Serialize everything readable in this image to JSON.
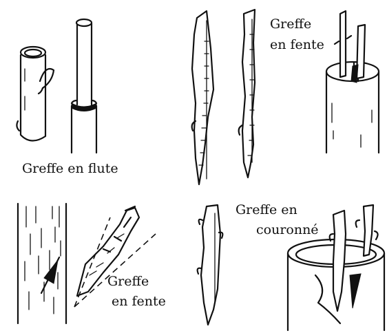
{
  "labels": {
    "flute": "Greffe en flute",
    "fente_top_line1": "Greffe",
    "fente_top_line2": "en fente",
    "fente_bottom_line1": "Greffe",
    "fente_bottom_line2": "en fente",
    "couronne_line1": "Greffe  en",
    "couronne_line2": "couronné"
  }
}
